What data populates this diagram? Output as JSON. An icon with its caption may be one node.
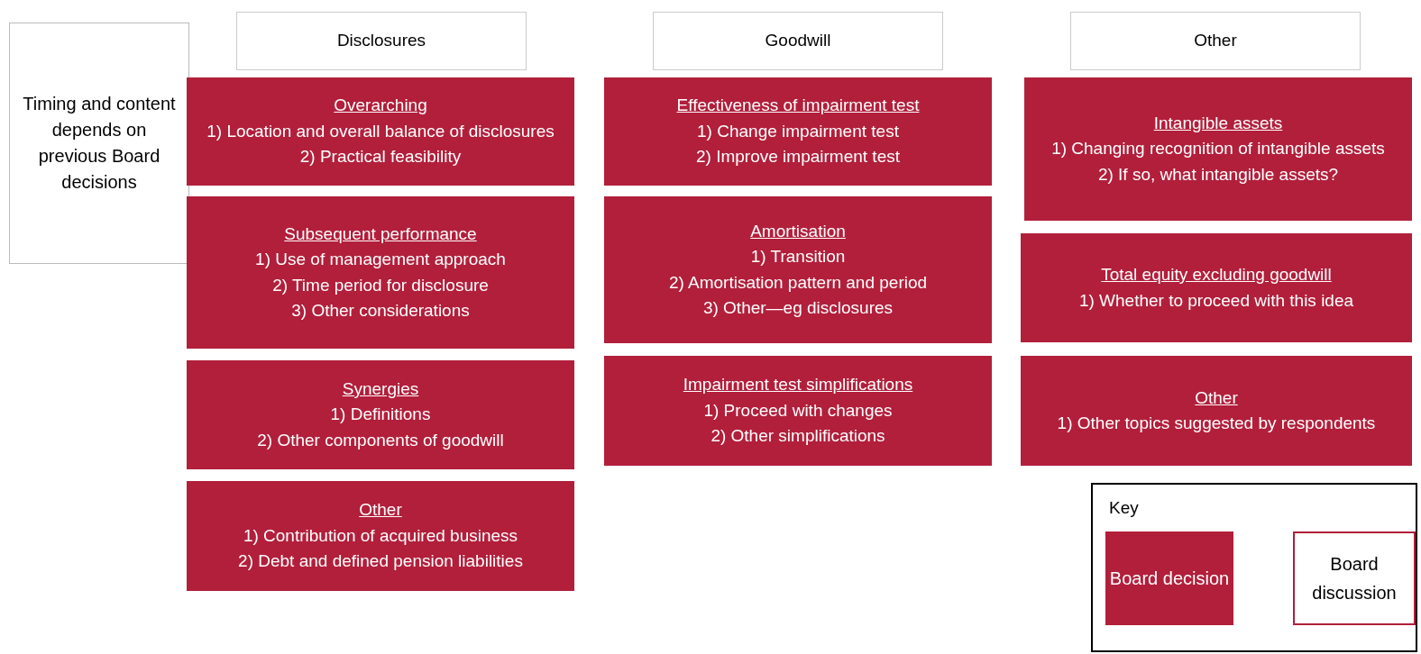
{
  "diagram": {
    "nodes": [
      {
        "text": [
          "Timing and content depends on previous Board decisions"
        ]
      },
      {
        "text": [
          "Disclosures"
        ]
      },
      {
        "text": [
          "Goodwill"
        ]
      },
      {
        "text": [
          "Other"
        ]
      },
      {
        "text": [
          "Overarching",
          "1) Location and overall balance of disclosures",
          "2) Practical feasibility"
        ]
      },
      {
        "text": [
          "Subsequent performance",
          "1) Use of management approach",
          "2) Time period for disclosure",
          "3) Other considerations"
        ]
      },
      {
        "text": [
          "Synergies",
          "1) Definitions",
          "2) Other components of goodwill"
        ]
      },
      {
        "text": [
          "Other",
          "1) Contribution of acquired business",
          "2) Debt and defined pension liabilities"
        ]
      },
      {
        "text": [
          "Effectiveness of impairment test",
          "1) Change impairment test",
          "2) Improve impairment test"
        ]
      },
      {
        "text": [
          "Amortisation",
          "1) Transition",
          "2) Amortisation pattern and period",
          "3) Other—eg disclosures"
        ]
      },
      {
        "text": [
          "Impairment test simplifications",
          "1) Proceed with changes",
          "2) Other simplifications"
        ]
      },
      {
        "text": [
          "Intangible assets",
          "1) Changing recognition of intangible assets",
          "2) If so, what intangible assets?"
        ]
      },
      {
        "text": [
          "Total equity excluding goodwill",
          "1) Whether to proceed with this idea"
        ]
      },
      {
        "text": [
          "Other",
          "1) Other topics suggested by respondents"
        ]
      },
      {
        "text": [
          "Key"
        ]
      },
      {
        "text": [
          "Board decision"
        ],
        "in": 14
      },
      {
        "text": [
          "Board discussion"
        ],
        "in": 14
      }
    ],
    "edges": []
  }
}
